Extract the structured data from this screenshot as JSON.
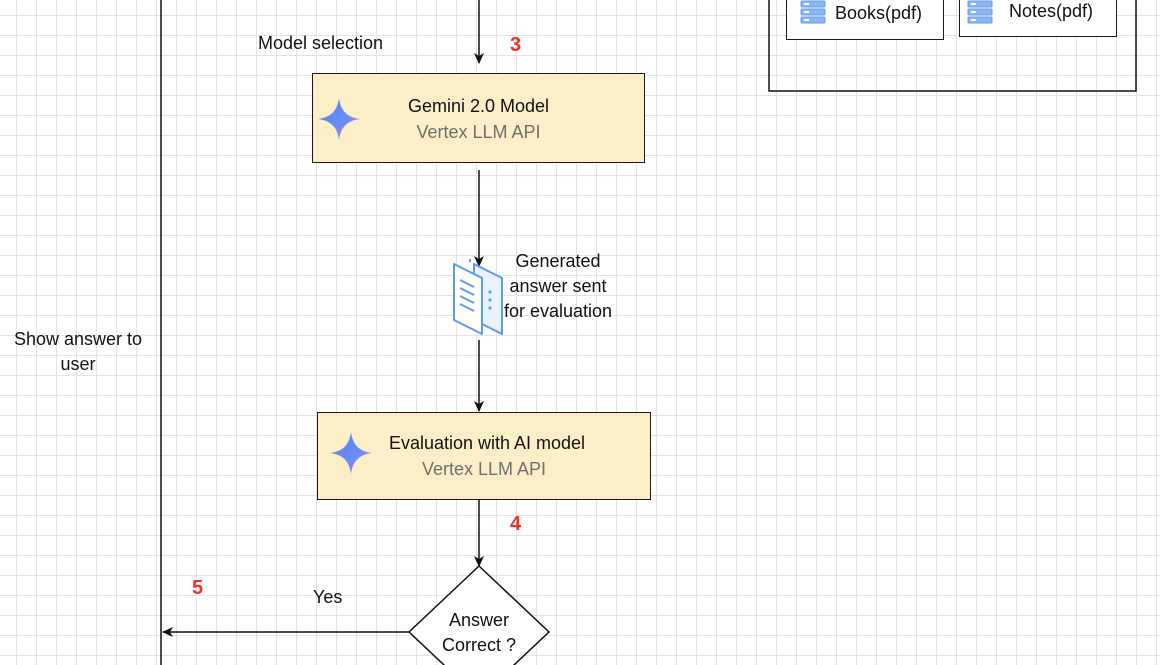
{
  "diagram": {
    "labels": {
      "model_selection": "Model selection",
      "show_answer": "Show answer to user",
      "generated_answer": "Generated answer sent for evaluation",
      "yes": "Yes"
    },
    "steps": {
      "step3": "3",
      "step4": "4",
      "step5": "5"
    },
    "nodes": {
      "gemini": {
        "title": "Gemini 2.0 Model",
        "subtitle": "Vertex LLM API"
      },
      "evaluation": {
        "title": "Evaluation with AI model",
        "subtitle": "Vertex LLM API"
      },
      "decision": {
        "line1": "Answer",
        "line2": "Correct ?"
      }
    },
    "datastores": {
      "books": "Books(pdf)",
      "notes": "Notes(pdf)"
    },
    "icons": {
      "model": "gemini-sparkle-icon",
      "document": "documents-icon",
      "database": "database-icon"
    },
    "colors": {
      "node_fill": "#fcefc7",
      "step_number": "#e8332b",
      "grid": "#e3e3e3",
      "subtitle": "#6f6f6f",
      "icon_blue": "#5b9cf0"
    }
  }
}
